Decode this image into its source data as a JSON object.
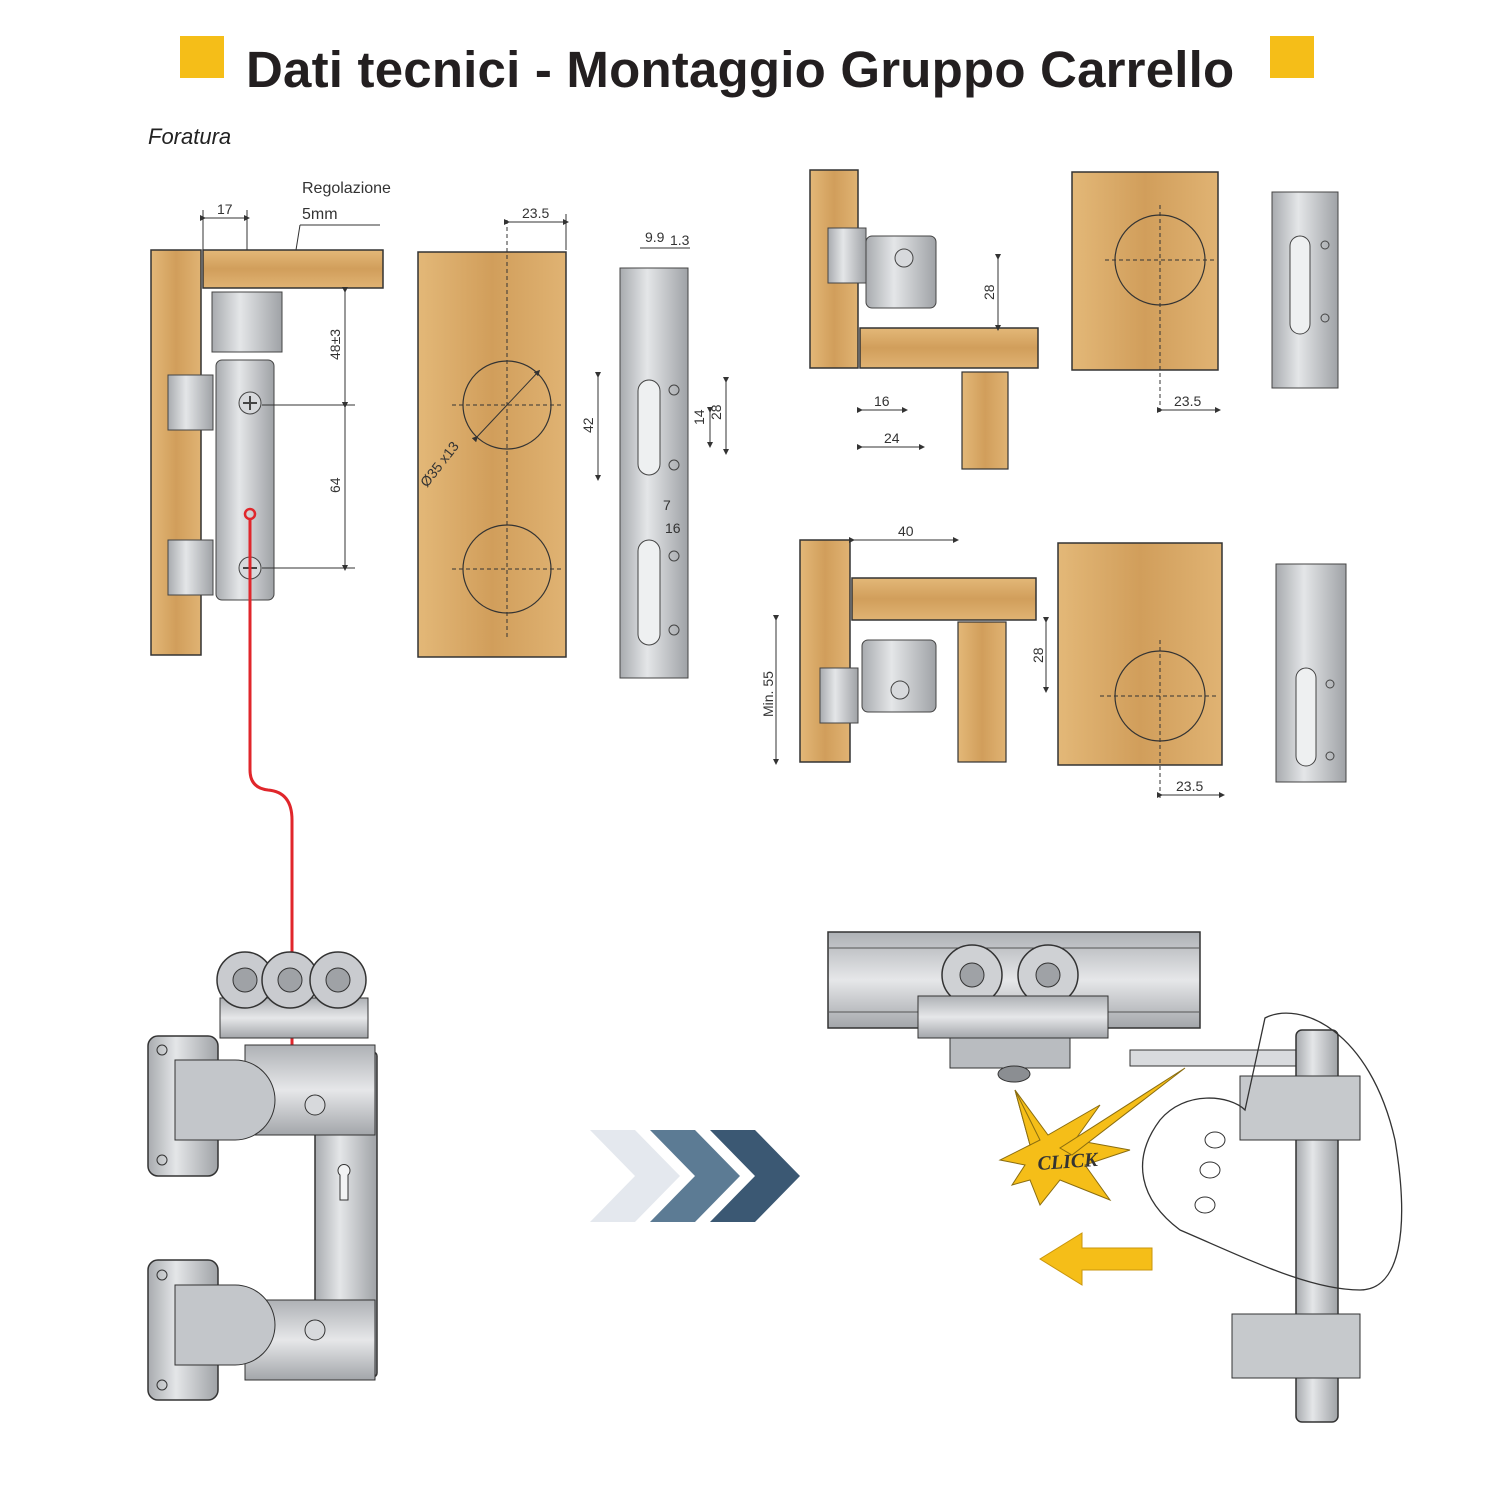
{
  "header": {
    "title": "Dati tecnici - Montaggio Gruppo Carrello",
    "accent_color": "#f5be18"
  },
  "subtitle": "Foratura",
  "labels": {
    "adjust_line1": "Regolazione",
    "adjust_line2": "5mm",
    "click": "CLICK"
  },
  "dims": {
    "d17": "17",
    "d48": "48±3",
    "d64": "64",
    "d23_5_a": "23.5",
    "d35x13": "Ø35 x13",
    "d9_9": "9.9",
    "d1_3": "1.3",
    "d42": "42",
    "d14": "14",
    "d28_a": "28",
    "d7": "7",
    "d16_a": "16",
    "d28_b": "28",
    "d16_b": "16",
    "d24": "24",
    "d23_5_b": "23.5",
    "d40": "40",
    "d28_c": "28",
    "dmin55": "Min. 55",
    "d23_5_c": "23.5"
  },
  "colors": {
    "wood": "#d9ac6b",
    "wood_dark": "#c48f4a",
    "metal": "#c9cbcf",
    "metal_dark": "#7d8084",
    "red_line": "#e0262b",
    "arrow_light": "#e4e8ee",
    "arrow_mid": "#5c7b94",
    "arrow_dark": "#3b5873",
    "click_yellow": "#f5be18"
  },
  "icons": [
    "chevron-right-icon",
    "arrow-left-icon"
  ]
}
